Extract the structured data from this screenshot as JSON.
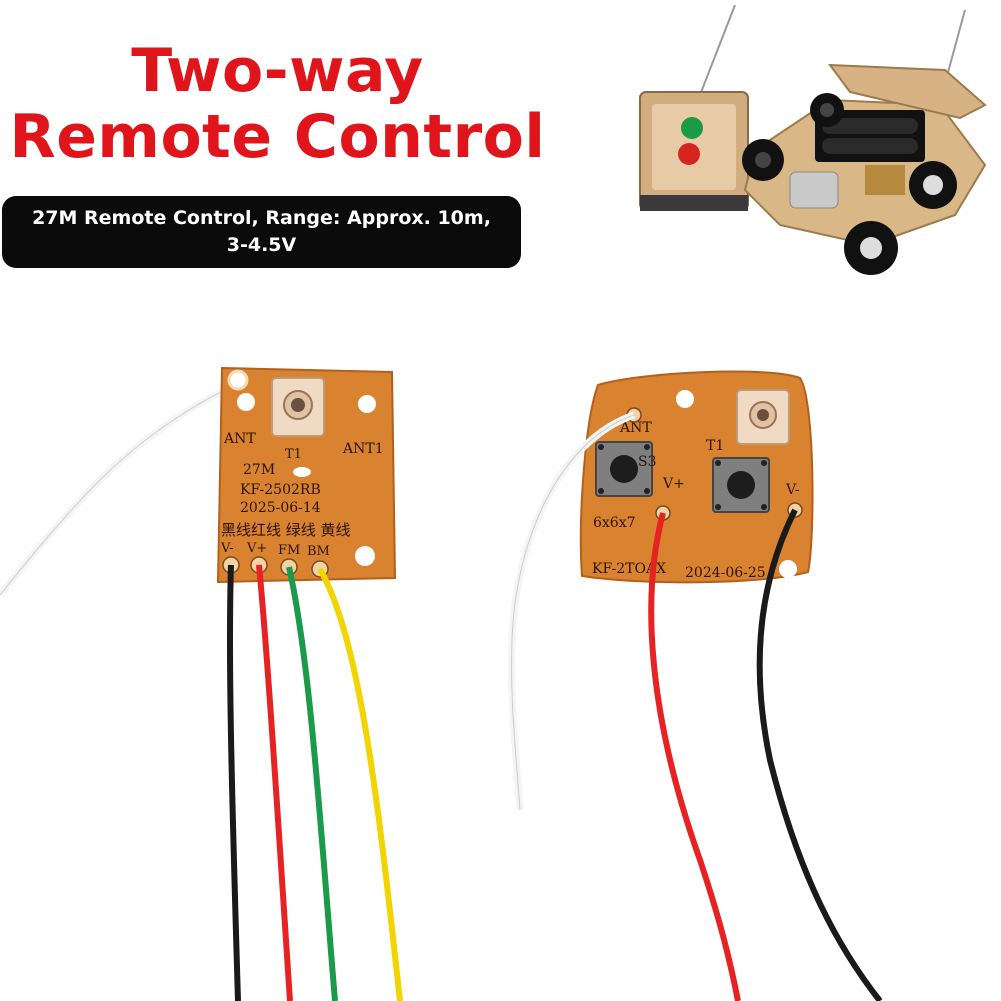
{
  "heading": {
    "line1": "Two-way",
    "line2": "Remote Control"
  },
  "spec_badge": {
    "line1": "27M Remote Control, Range: Approx. 10m,",
    "line2": "3-4.5V"
  },
  "receiver_board": {
    "ant": "ANT",
    "ant1": "ANT1",
    "t1": "T1",
    "freq": "27M",
    "model": "KF-2502RB",
    "date": "2025-06-14",
    "wire_colors_cn": "黑线红线 绿线 黄线",
    "pins": [
      "V-",
      "V+",
      "FM",
      "BM"
    ]
  },
  "transmitter_board": {
    "ant": "ANT",
    "t1": "T1",
    "s3": "S3",
    "switch": "6x6x7",
    "vplus": "V+",
    "vminus": "V-",
    "model": "KF-2TOAX",
    "date": "2024-06-25"
  },
  "colors": {
    "title_red": "#e0151b",
    "badge_black": "#0b0b0b",
    "pcb": "#d9822f",
    "wire_black": "#1a1a1a",
    "wire_red": "#e62222",
    "wire_green": "#1a9a4a",
    "wire_yellow": "#f2d400"
  }
}
